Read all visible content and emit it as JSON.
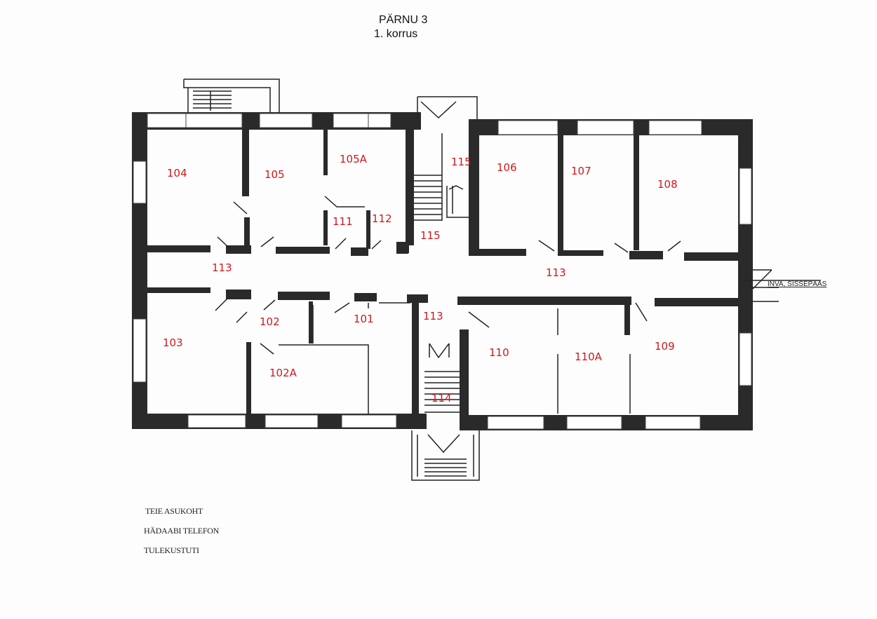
{
  "header": {
    "title": "PÄRNU 3",
    "subtitle": "1. korrus"
  },
  "rooms": [
    {
      "label": "104"
    },
    {
      "label": "105"
    },
    {
      "label": "105A"
    },
    {
      "label": "115"
    },
    {
      "label": "106"
    },
    {
      "label": "107"
    },
    {
      "label": "108"
    },
    {
      "label": "111"
    },
    {
      "label": "112"
    },
    {
      "label": "115"
    },
    {
      "label": "113"
    },
    {
      "label": "113"
    },
    {
      "label": "102"
    },
    {
      "label": "101"
    },
    {
      "label": "113"
    },
    {
      "label": "103"
    },
    {
      "label": "102A"
    },
    {
      "label": "110"
    },
    {
      "label": "110A"
    },
    {
      "label": "109"
    },
    {
      "label": "114"
    }
  ],
  "entrance_label": "INVA, SISSEPÄÄS",
  "legend": [
    "TEIE ASUKOHT",
    "HÄDAABI TELEFON",
    "TULEKUSTUTI"
  ],
  "colors": {
    "wall": "#2a2a2a",
    "room_label": "#d0171c"
  }
}
